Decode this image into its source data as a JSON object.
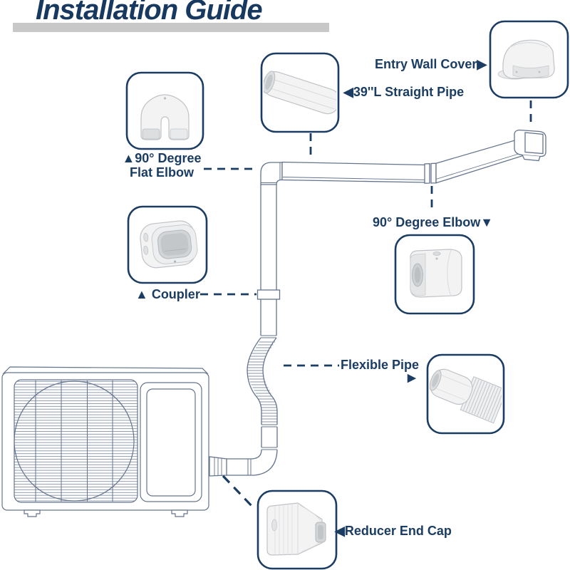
{
  "title": {
    "text": "Installation Guide"
  },
  "colors": {
    "navy": "#1b3c63",
    "title_text": "#17395f",
    "title_underline": "#c8c8c8",
    "drawing_line": "#64748c",
    "part_fill": "#f3f3f3",
    "part_shade": "#dcdee0",
    "background": "#ffffff"
  },
  "parts": {
    "flat_elbow": {
      "label_line1": "▲90° Degree",
      "label_line2": "Flat Elbow"
    },
    "straight_pipe": {
      "label": "◀39''L Straight Pipe"
    },
    "entry_wall_cover": {
      "label": "Entry Wall Cover▶"
    },
    "elbow_90": {
      "label": "90° Degree Elbow▼"
    },
    "coupler": {
      "label": "▲ Coupler"
    },
    "flexible_pipe": {
      "label": "Flexible Pipe",
      "arrow": "▶"
    },
    "reducer_end_cap": {
      "label": "◀Reducer End Cap"
    }
  }
}
